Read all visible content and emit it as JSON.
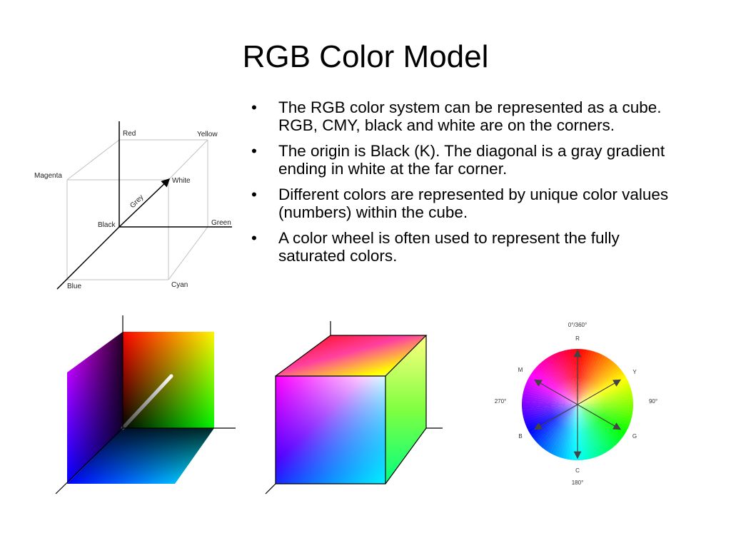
{
  "slide": {
    "title": "RGB Color Model"
  },
  "bullets": [
    "The RGB color system can be represented as a cube.  RGB, CMY, black and white are on the corners.",
    "The origin is Black (K). The diagonal is a gray gradient ending in white at the far corner.",
    "Different colors are represented by unique color values (numbers) within the cube.",
    "A color wheel is often used to represent the fully saturated colors."
  ],
  "bullet_symbol": "•",
  "wire_cube": {
    "labels": {
      "red": "Red",
      "yellow": "Yellow",
      "magenta": "Magenta",
      "white": "White",
      "grey": "Grey",
      "black": "Black",
      "green": "Green",
      "blue": "Blue",
      "cyan": "Cyan"
    },
    "colors": {
      "edge": "#c0c0c0",
      "axis": "#000000"
    }
  },
  "color_wheel": {
    "labels": {
      "top_angle": "0°/360°",
      "r": "R",
      "y": "Y",
      "m": "M",
      "b": "B",
      "g": "G",
      "c": "C",
      "left_angle": "270°",
      "right_angle": "90°",
      "bottom_angle": "180°"
    },
    "colors": {
      "red": "#ff0000",
      "yellow": "#ffff00",
      "green": "#00ff00",
      "cyan": "#00ffff",
      "blue": "#0000ff",
      "magenta": "#ff00ff"
    }
  }
}
